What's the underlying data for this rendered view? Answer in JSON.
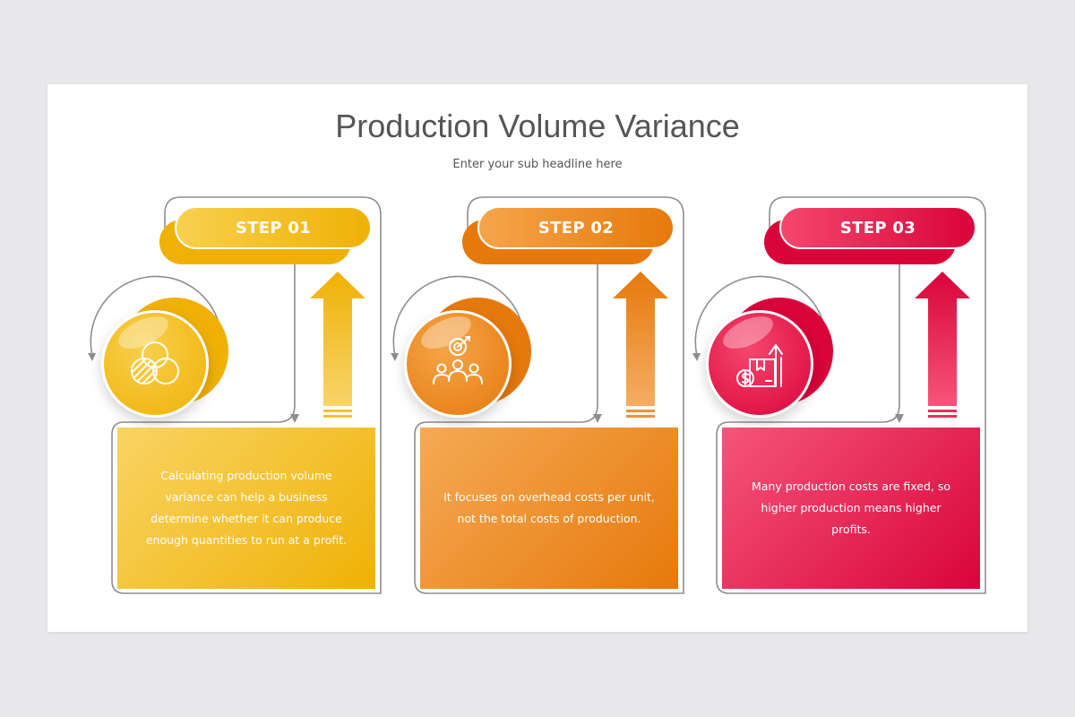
{
  "header": {
    "title": "Production Volume Variance",
    "subtitle": "Enter your sub headline here"
  },
  "steps": [
    {
      "label": "STEP 01",
      "icon": "venn-diagram-icon",
      "text": "Calculating production volume variance can help a business determine whether it can produce enough quantities to run at a profit.",
      "color_light": "#f8d04e",
      "color_dark": "#efb106"
    },
    {
      "label": "STEP 02",
      "icon": "team-target-icon",
      "text": "It focuses on overhead costs per unit, not the total costs of production.",
      "color_light": "#f5a54a",
      "color_dark": "#e6790c"
    },
    {
      "label": "STEP 03",
      "icon": "box-dollar-growth-icon",
      "text": "Many production costs are fixed, so higher production means higher profits.",
      "color_light": "#f5476d",
      "color_dark": "#d9043a"
    }
  ]
}
